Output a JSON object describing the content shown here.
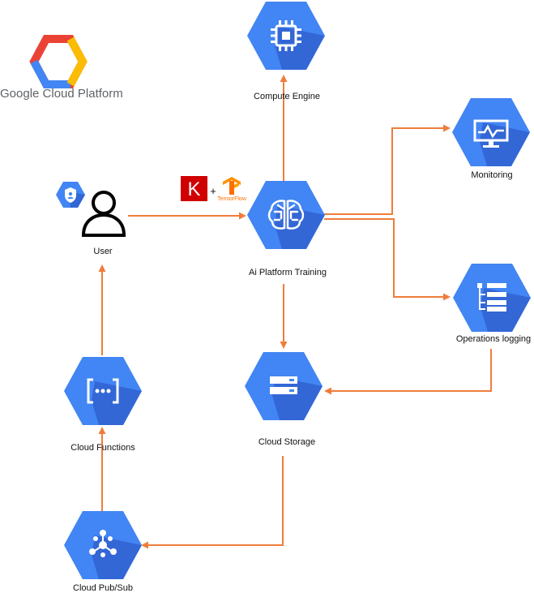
{
  "brand": {
    "text": "Google Cloud Platform",
    "colors": [
      "#4285f4",
      "#ea4335",
      "#fbbc04",
      "#34a853"
    ]
  },
  "frameworks": {
    "keras_letter": "K",
    "plus": "+",
    "tensorflow_label": "TensorFlow"
  },
  "nodes": {
    "compute_engine": {
      "label": "Compute Engine",
      "icon": "chip-icon"
    },
    "ai_platform": {
      "label": "Ai Platform Training",
      "icon": "brain-icon"
    },
    "monitoring": {
      "label": "Monitoring",
      "icon": "monitor-icon"
    },
    "operations_logging": {
      "label": "Operations logging",
      "icon": "logging-icon"
    },
    "cloud_storage": {
      "label": "Cloud Storage",
      "icon": "storage-icon"
    },
    "cloud_functions": {
      "label": "Cloud Functions",
      "icon": "functions-icon"
    },
    "cloud_pubsub": {
      "label": "Cloud Pub/Sub",
      "icon": "pubsub-icon"
    },
    "user": {
      "label": "User",
      "icon": "person-icon"
    }
  },
  "edges": [
    {
      "from": "user",
      "to": "ai_platform"
    },
    {
      "from": "ai_platform",
      "to": "compute_engine"
    },
    {
      "from": "ai_platform",
      "to": "monitoring"
    },
    {
      "from": "ai_platform",
      "to": "operations_logging"
    },
    {
      "from": "ai_platform",
      "to": "cloud_storage"
    },
    {
      "from": "operations_logging",
      "to": "cloud_storage"
    },
    {
      "from": "cloud_storage",
      "to": "cloud_pubsub"
    },
    {
      "from": "cloud_pubsub",
      "to": "cloud_functions"
    },
    {
      "from": "cloud_functions",
      "to": "user"
    }
  ],
  "colors": {
    "node_blue": "#4285f4",
    "node_shadow": "#3367d6",
    "arrow": "#ee7d3b",
    "keras_red": "#d00000",
    "tensorflow_orange": "#ff8f00"
  }
}
